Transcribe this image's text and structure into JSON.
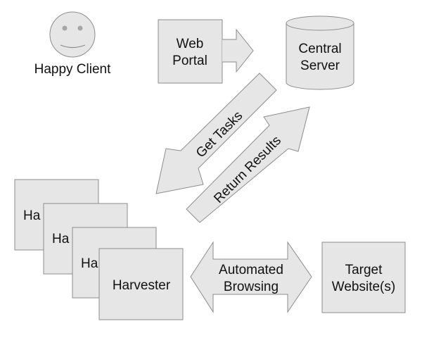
{
  "diagram": {
    "client": {
      "label": "Happy Client",
      "icon": "smiley-face-icon"
    },
    "web_portal": {
      "line1": "Web",
      "line2": "Portal"
    },
    "central_server": {
      "line1": "Central",
      "line2": "Server"
    },
    "get_tasks": {
      "label": "Get Tasks"
    },
    "return_results": {
      "label": "Return Results"
    },
    "harvesters": {
      "stack_labels": [
        "Ha",
        "Ha",
        "Ha"
      ],
      "front_label": "Harvester"
    },
    "automated_browsing": {
      "line1": "Automated",
      "line2": "Browsing"
    },
    "target_websites": {
      "line1": "Target",
      "line2": "Website(s)"
    },
    "colors": {
      "fill": "#e6e6e6",
      "stroke": "#8c8c8c",
      "text": "#111111"
    }
  }
}
